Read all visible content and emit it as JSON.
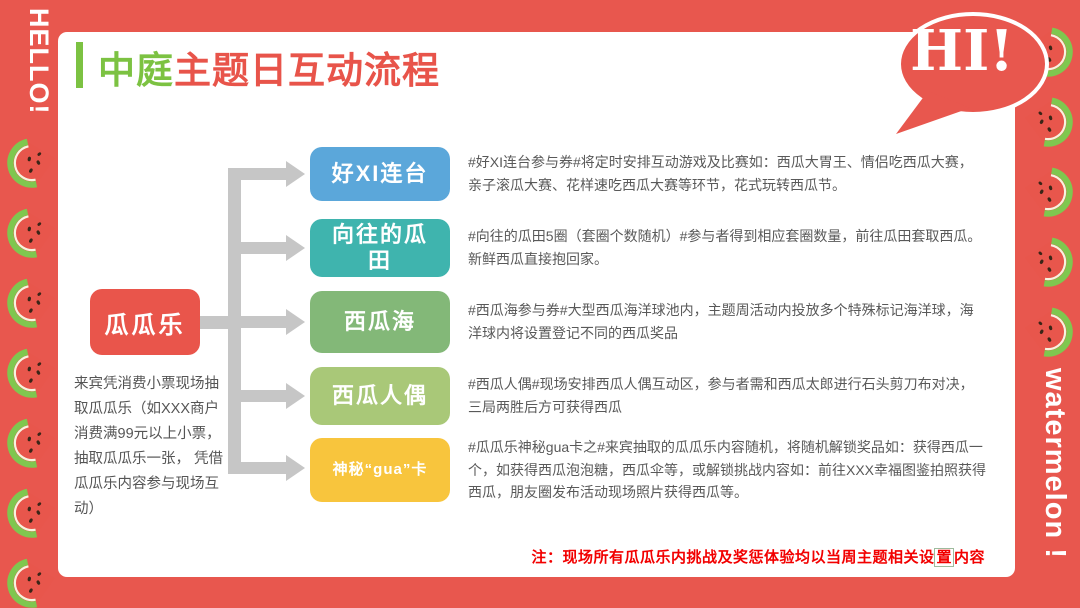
{
  "colors": {
    "background": "#E8574E",
    "panel": "#FFFFFF",
    "title_green": "#7CC242",
    "title_red": "#E8544A",
    "connector_gray": "#C6C6C6",
    "source_red": "#E9554B",
    "desc_gray": "#595959",
    "note_red": "#F20000",
    "melon_flesh": "#E8564C",
    "melon_rind": "#7FC74F"
  },
  "decor": {
    "hello": "HELLO!",
    "watermelon": "watermelon !",
    "hi": "HI!",
    "watermelon_slice_icon": "watermelon-slice"
  },
  "title": {
    "green": "中庭",
    "red": "主题日互动流程"
  },
  "flow": {
    "source": {
      "label": "瓜瓜乐",
      "color": "#E9554B",
      "description": "来宾凭消费小票现场抽取瓜瓜乐（如XXX商户消费满99元以上小票，抽取瓜瓜乐一张， 凭借瓜瓜乐内容参与现场互动）"
    },
    "steps": [
      {
        "label": "好XI连台",
        "color": "#5BA7DA",
        "description": "#好XI连台参与券#将定时安排互动游戏及比赛如：西瓜大胃王、情侣吃西瓜大赛，亲子滚瓜大赛、花样速吃西瓜大赛等环节，花式玩转西瓜节。"
      },
      {
        "label": "向往的瓜田",
        "color": "#3FB4AE",
        "description": "#向往的瓜田5圈（套圈个数随机）#参与者得到相应套圈数量，前往瓜田套取西瓜。新鲜西瓜直接抱回家。"
      },
      {
        "label": "西瓜海",
        "color": "#83B878",
        "description": "#西瓜海参与券#大型西瓜海洋球池内，主题周活动内投放多个特殊标记海洋球，海洋球内将设置登记不同的西瓜奖品"
      },
      {
        "label": "西瓜人偶",
        "color": "#A9C878",
        "description": "#西瓜人偶#现场安排西瓜人偶互动区，参与者需和西瓜太郎进行石头剪刀布对决，三局两胜后方可获得西瓜"
      },
      {
        "label": "神秘“gua”卡",
        "color": "#F8C53D",
        "description": "#瓜瓜乐神秘gua卡之#来宾抽取的瓜瓜乐内容随机，将随机解锁奖品如：获得西瓜一个，如获得西瓜泡泡糖，西瓜伞等，或解锁挑战内容如：前往XXX幸福图鉴拍照获得西瓜，朋友圈发布活动现场照片获得西瓜等。"
      }
    ]
  },
  "note": {
    "prefix": "注：现场所有瓜瓜乐内挑战及奖惩体验均以当周主题相关设",
    "boxed_char": "置",
    "suffix": "内容"
  }
}
